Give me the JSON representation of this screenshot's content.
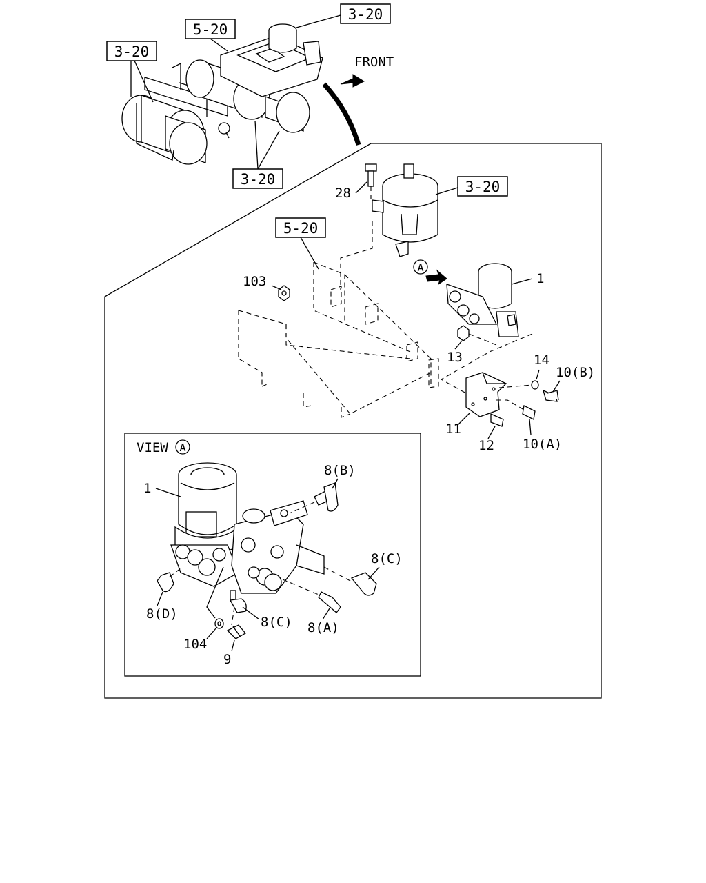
{
  "refs": {
    "r320_top": "3-20",
    "r520_top": "5-20",
    "r320_left": "3-20",
    "r320_bottom": "3-20",
    "r320_tank": "3-20",
    "r520_mid": "5-20"
  },
  "front_label": "FRONT",
  "view_marker": "A",
  "view_title": "VIEW",
  "view_title_marker": "A",
  "parts": {
    "p28": "28",
    "p103": "103",
    "p1_main": "1",
    "p13": "13",
    "p14": "14",
    "p10b": "10(B)",
    "p11": "11",
    "p12": "12",
    "p10a": "10(A)",
    "p1_view": "1",
    "p8b": "8(B)",
    "p8c_right": "8(C)",
    "p8d": "8(D)",
    "p8c_mid": "8(C)",
    "p8a": "8(A)",
    "p104": "104",
    "p9": "9"
  }
}
